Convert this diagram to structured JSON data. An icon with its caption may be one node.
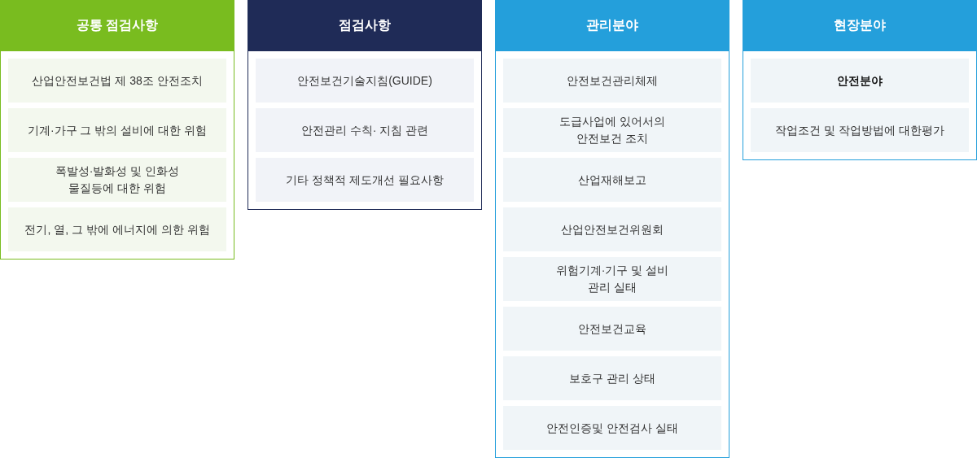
{
  "diagram": {
    "nodes": [
      {
        "text": [
          "공통 점검사항"
        ]
      },
      {
        "text": [
          "산업안전보건법 제 38조 안전조치"
        ],
        "in": 0
      },
      {
        "text": [
          "기계·가구 그 밖의 설비에 대한 위험"
        ],
        "in": 0
      },
      {
        "text": [
          "폭발성·발화성 및 인화성 물질등에 대한 위험"
        ],
        "in": 0
      },
      {
        "text": [
          "전기, 열, 그 밖에 에너지에 의한 위험"
        ],
        "in": 0
      },
      {
        "text": [
          "점검사항"
        ]
      },
      {
        "text": [
          "안전보건기술지침(GUIDE)"
        ],
        "in": 5
      },
      {
        "text": [
          "안전관리 수칙· 지침 관련"
        ],
        "in": 5
      },
      {
        "text": [
          "기타 정책적 제도개선 필요사항"
        ],
        "in": 5
      },
      {
        "text": [
          "관리분야"
        ]
      },
      {
        "text": [
          "안전보건관리체제"
        ],
        "in": 9
      },
      {
        "text": [
          "도급사업에 있어서의 안전보건 조치"
        ],
        "in": 9
      },
      {
        "text": [
          "산업재해보고"
        ],
        "in": 9
      },
      {
        "text": [
          "산업안전보건위원회"
        ],
        "in": 9
      },
      {
        "text": [
          "위험기계·기구 및 설비 관리 실태"
        ],
        "in": 9
      },
      {
        "text": [
          "안전보건교육"
        ],
        "in": 9
      },
      {
        "text": [
          "보호구 관리 상태"
        ],
        "in": 9
      },
      {
        "text": [
          "안전인증및 안전검사 실태"
        ],
        "in": 9
      },
      {
        "text": [
          "현장분야"
        ]
      },
      {
        "text": [
          "안전분야"
        ],
        "in": 18
      },
      {
        "text": [
          "작업조건 및 작업방법에 대한평가"
        ],
        "in": 18
      }
    ]
  }
}
